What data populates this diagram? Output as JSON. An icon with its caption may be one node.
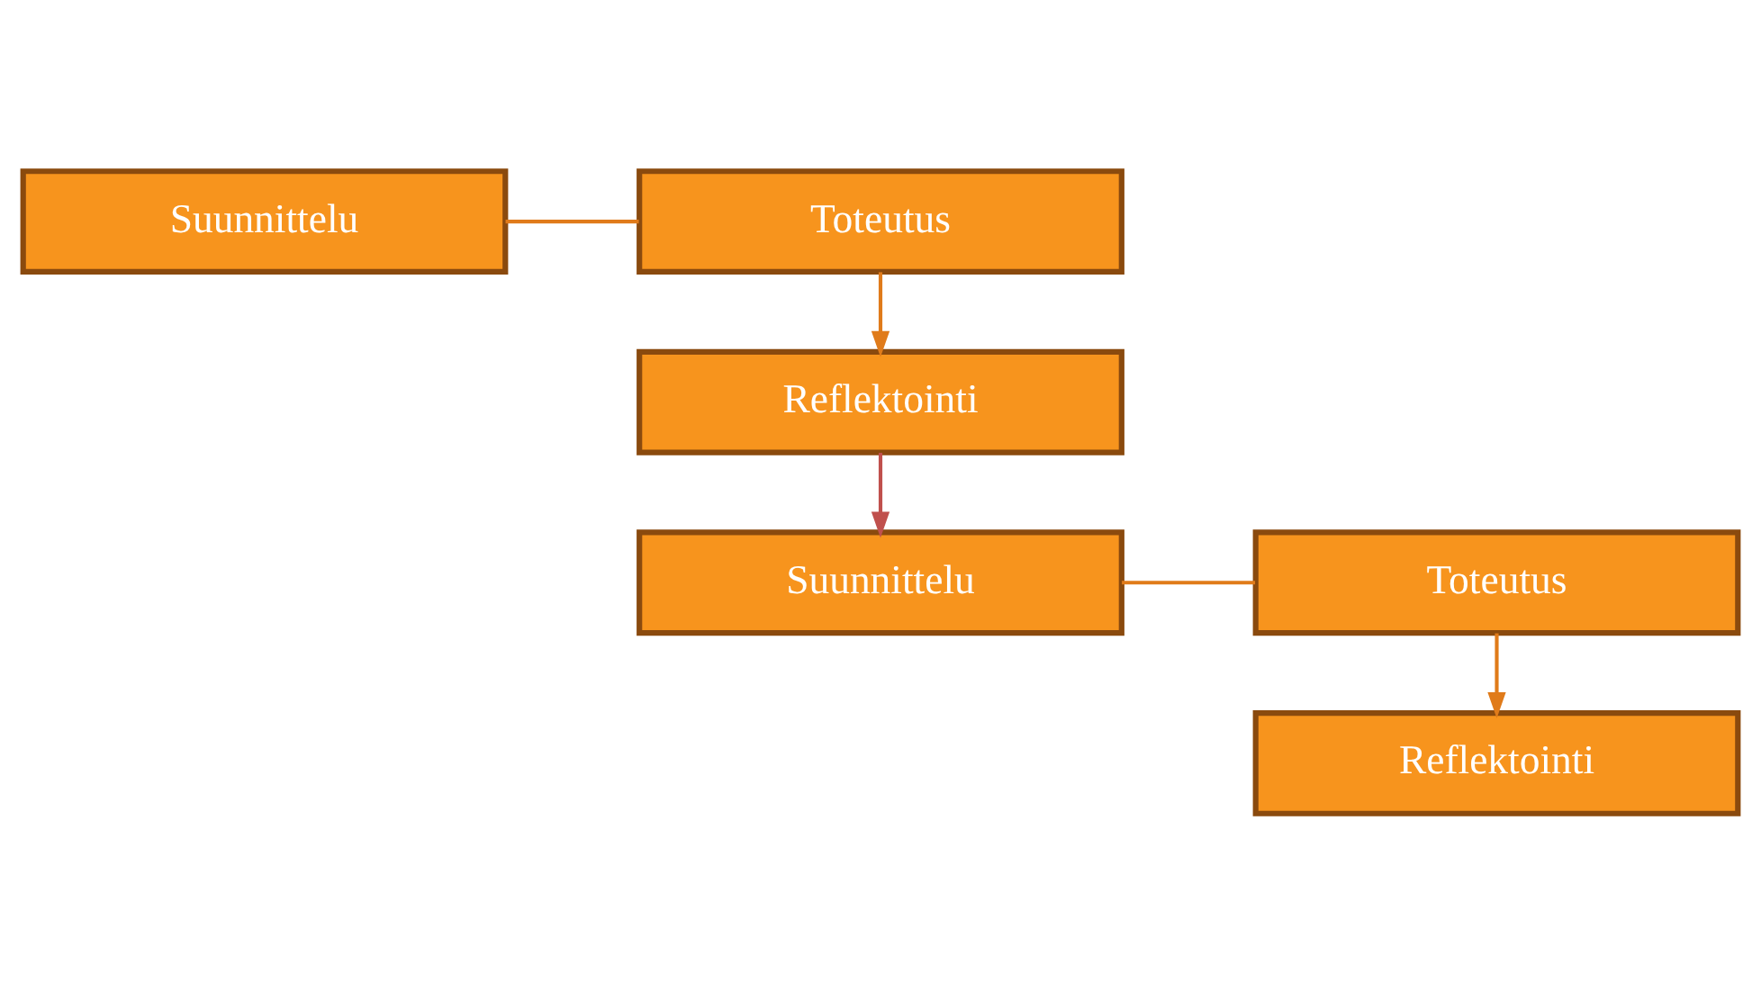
{
  "diagram": {
    "nodes": [
      {
        "text": [
          "Suunnittelu"
        ]
      },
      {
        "text": [
          "Toteutus"
        ]
      },
      {
        "text": [
          "Reflektointi"
        ]
      },
      {
        "text": [
          "Suunnittelu"
        ]
      },
      {
        "text": [
          "Toteutus"
        ]
      },
      {
        "text": [
          "Reflektointi"
        ]
      }
    ],
    "edges": [
      {
        "from": 0,
        "to": 1,
        "arrow": "none"
      },
      {
        "from": 1,
        "to": 2,
        "arrow": "to"
      },
      {
        "from": 2,
        "to": 3,
        "arrow": "to",
        "color": "#c0504d"
      },
      {
        "from": 3,
        "to": 4,
        "arrow": "none"
      },
      {
        "from": 4,
        "to": 5,
        "arrow": "to"
      }
    ]
  }
}
